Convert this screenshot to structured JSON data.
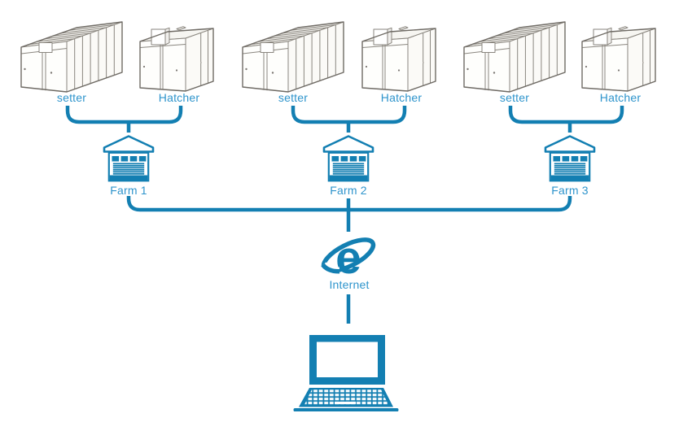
{
  "colors": {
    "accent": "#137FB2",
    "label_blue": "#2E94CC",
    "cabinet_line": "#7d7974"
  },
  "groups": [
    {
      "setter_label": "setter",
      "hatcher_label": "Hatcher",
      "farm_label": "Farm 1"
    },
    {
      "setter_label": "setter",
      "hatcher_label": "Hatcher",
      "farm_label": "Farm 2"
    },
    {
      "setter_label": "setter",
      "hatcher_label": "Hatcher",
      "farm_label": "Farm 3"
    }
  ],
  "internet": {
    "label": "Internet"
  },
  "icons": {
    "setter": "incubator-setter-cabinet-icon",
    "hatcher": "incubator-hatcher-cabinet-icon",
    "farm": "farm-garage-building-icon",
    "internet": "internet-explorer-e-icon",
    "computer": "laptop-computer-icon",
    "connectors": [
      "bracket-connector",
      "trunk-connector",
      "internet-laptop-link"
    ]
  }
}
